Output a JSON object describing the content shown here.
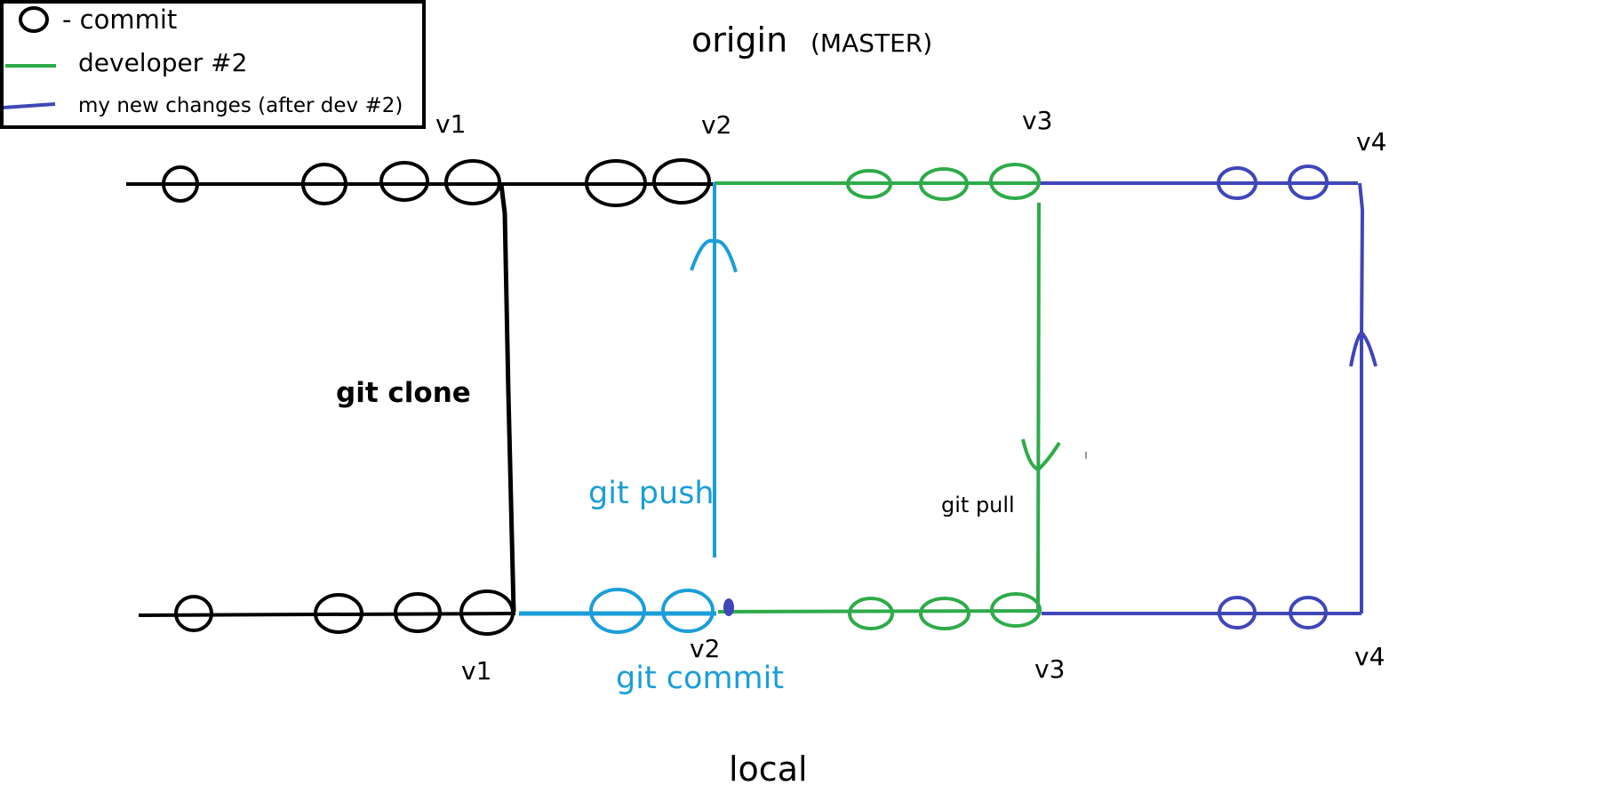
{
  "colors": {
    "black": "#000000",
    "green": "#2eab4a",
    "blue": "#3f46b9",
    "cyan": "#1a9ed9"
  },
  "legend": {
    "commit_icon": "circle-icon",
    "commit_label": "- commit",
    "developer2_label": "developer #2",
    "mine_label": "my new changes (after dev #2)"
  },
  "titles": {
    "origin": "origin",
    "origin_branch": "(MASTER)",
    "local": "local"
  },
  "version_labels": {
    "origin": [
      "v1",
      "v2",
      "v3",
      "v4"
    ],
    "local": [
      "v1",
      "v2",
      "v3",
      "v4"
    ]
  },
  "operations": {
    "clone": "git clone",
    "push": "git push",
    "pull": "git pull",
    "commit": "git commit"
  },
  "arrow_icons": {
    "push": "arrow-up-icon",
    "pull": "arrow-down-icon",
    "final_push": "arrow-up-icon"
  }
}
